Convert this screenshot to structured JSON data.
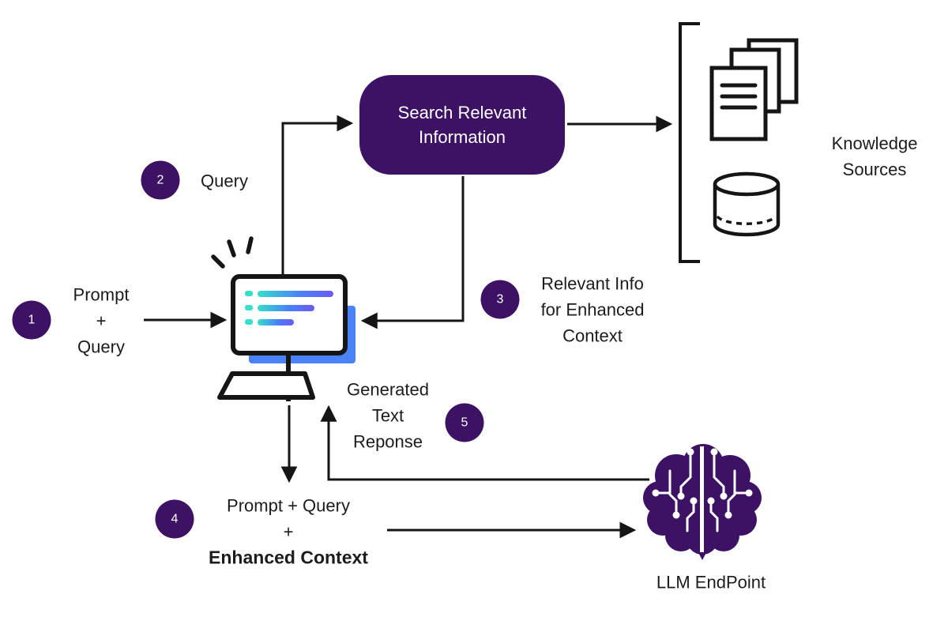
{
  "colors": {
    "accent_purple": "#3D1264",
    "accent_blue": "#4A82F8",
    "bar_gradient_start": "#35DFC9",
    "bar_gradient_end": "#6A5BF0",
    "line_color": "#151515",
    "text_color": "#1C1C1C",
    "background": "#FFFFFF"
  },
  "search_box": {
    "lines": [
      "Search Relevant",
      "Information"
    ]
  },
  "knowledge_sources": {
    "label_lines": [
      "Knowledge",
      "Sources"
    ]
  },
  "llm_endpoint": {
    "label": "LLM EndPoint"
  },
  "steps": [
    {
      "num": "1",
      "label_lines": [
        "Prompt",
        "+",
        "Query"
      ]
    },
    {
      "num": "2",
      "label_lines": [
        "Query"
      ]
    },
    {
      "num": "3",
      "label_lines": [
        "Relevant Info",
        "for Enhanced",
        "Context"
      ]
    },
    {
      "num": "4",
      "label_lines": [
        "Prompt + Query",
        "+",
        "Enhanced Context"
      ]
    },
    {
      "num": "5",
      "label_lines": [
        "Generated",
        "Text",
        "Reponse"
      ]
    }
  ],
  "icons": {
    "computer": "monitor-with-chat-lines",
    "sparkle": "notification-rays",
    "keyboard": "keyboard-outline",
    "documents": "stacked-pages",
    "database": "cylinder",
    "brain": "circuit-brain"
  }
}
